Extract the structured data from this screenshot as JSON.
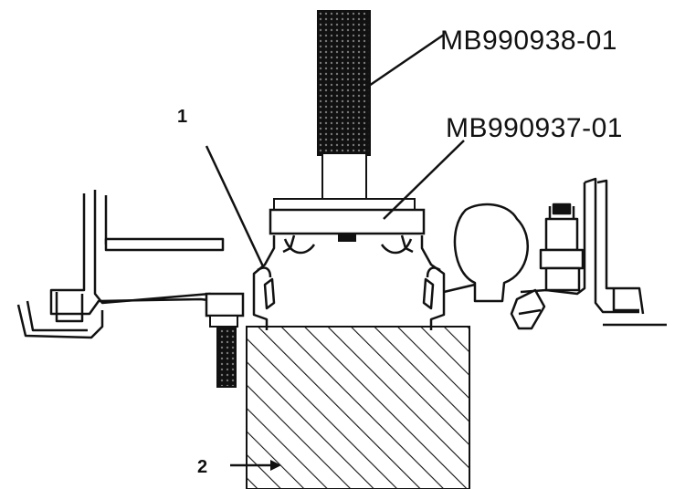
{
  "labels": {
    "tool_upper": "MB990938-01",
    "tool_lower": "MB990937-01",
    "callout_1": "1",
    "callout_2": "2"
  },
  "colors": {
    "ink": "#111111",
    "paper": "#ffffff"
  }
}
